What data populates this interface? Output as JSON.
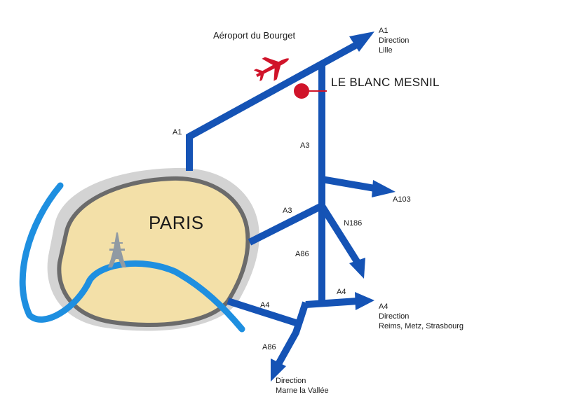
{
  "airport": {
    "label": "Aéroport du Bourget"
  },
  "city": {
    "label": "LE BLANC MESNIL"
  },
  "paris": {
    "label": "PARIS"
  },
  "roads": {
    "a1_left": "A1",
    "a3_north": "A3",
    "a3_diag": "A3",
    "n186": "N186",
    "a86_mid": "A86",
    "a4_left": "A4",
    "a4_right": "A4",
    "a86_south": "A86"
  },
  "destinations": {
    "a1": {
      "road": "A1",
      "line1": "Direction",
      "line2": "Lille"
    },
    "a103": {
      "road": "A103"
    },
    "a4": {
      "road": "A4",
      "line1": "Direction",
      "line2": "Reims, Metz, Strasbourg"
    },
    "a86": {
      "line1": "Direction",
      "line2": "Marne la Vallée"
    }
  },
  "colors": {
    "road": "#1553b5",
    "river": "#1e8fe0",
    "paris_fill": "#f3e0a8",
    "paris_halo": "#d3d3d3",
    "paris_border": "#6b6b6b",
    "marker": "#d0142a",
    "plane": "#d0142a",
    "tower": "#909aa3"
  },
  "icons": [
    "airplane-icon",
    "location-marker-icon",
    "eiffel-tower-icon"
  ]
}
